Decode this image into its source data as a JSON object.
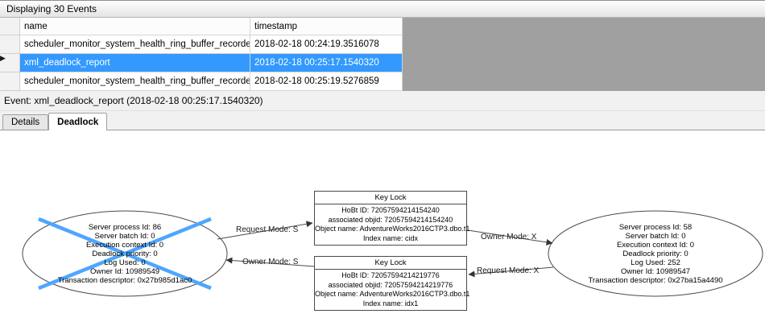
{
  "window": {
    "title": "Displaying 30 Events"
  },
  "table": {
    "columns": [
      "name",
      "timestamp"
    ],
    "rows": [
      {
        "name": "scheduler_monitor_system_health_ring_buffer_recorded",
        "timestamp": "2018-02-18 00:24:19.3516078"
      },
      {
        "name": "xml_deadlock_report",
        "timestamp": "2018-02-18 00:25:17.1540320"
      },
      {
        "name": "scheduler_monitor_system_health_ring_buffer_recorded",
        "timestamp": "2018-02-18 00:25:19.5276859"
      }
    ],
    "selected_row_index": 1,
    "selected_row_marker": "▶"
  },
  "event_summary": "Event: xml_deadlock_report (2018-02-18 00:25:17.1540320)",
  "tabs": [
    {
      "label": "Details",
      "active": false
    },
    {
      "label": "Deadlock",
      "active": true
    }
  ],
  "deadlock_graph": {
    "victim_process": {
      "lines": [
        "Server process Id: 86",
        "Server batch Id: 0",
        "Execution context Id: 0",
        "Deadlock priority: 0",
        "Log Used: 0",
        "Owner Id: 10989549",
        "Transaction descriptor: 0x27b985d1ac0"
      ]
    },
    "other_process": {
      "lines": [
        "Server process Id: 58",
        "Server batch Id: 0",
        "Execution context Id: 0",
        "Deadlock priority: 0",
        "Log Used: 252",
        "Owner Id: 10989547",
        "Transaction descriptor: 0x27ba15a4490"
      ]
    },
    "lock_top": {
      "title": "Key Lock",
      "lines": [
        "HoBt ID: 72057594214154240",
        "associated objid: 72057594214154240",
        "Object name: AdventureWorks2016CTP3.dbo.t1",
        "Index name: cidx"
      ]
    },
    "lock_bottom": {
      "title": "Key Lock",
      "lines": [
        "HoBt ID: 72057594214219776",
        "associated objid: 72057594214219776",
        "Object name: AdventureWorks2016CTP3.dbo.t1",
        "Index name: idx1"
      ]
    },
    "edges": {
      "request_s": "Request Mode: S",
      "owner_s": "Owner Mode: S",
      "owner_x": "Owner Mode: X",
      "request_x": "Request Mode: X"
    }
  },
  "colors": {
    "selection": "#3399ff",
    "victim-x": "#4da6ff",
    "grid-filler": "#a0a0a0"
  }
}
